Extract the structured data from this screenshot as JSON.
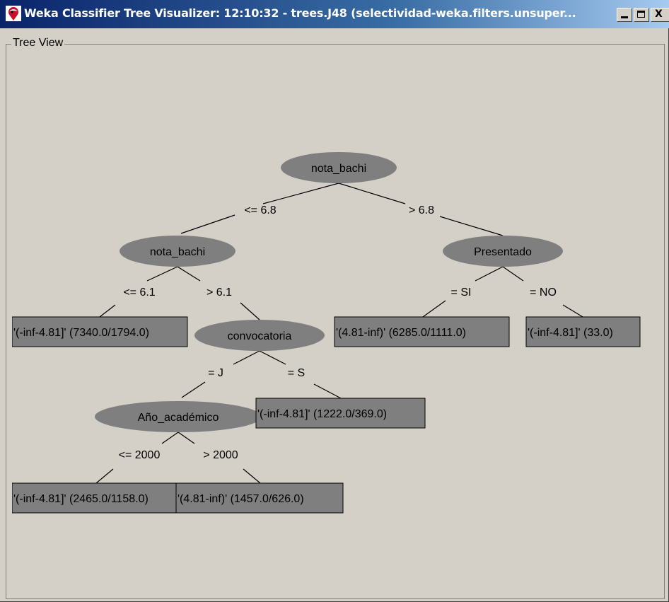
{
  "window": {
    "title": "Weka Classifier Tree Visualizer: 12:10:32 - trees.J48 (selectividad-weka.filters.unsuper...",
    "icons": {
      "app": "weka-bird-icon",
      "minimize": "minimize-icon",
      "maximize": "maximize-icon",
      "close": "close-icon"
    },
    "close_glyph": "X"
  },
  "panel": {
    "label": "Tree View"
  },
  "colors": {
    "node_fill": "#7f7f7f",
    "background": "#d4d0c8",
    "title_bar": "#0a246a"
  },
  "tree": {
    "nodes": [
      {
        "id": "n1",
        "kind": "split",
        "label": "nota_bachi"
      },
      {
        "id": "n2",
        "kind": "split",
        "label": "nota_bachi"
      },
      {
        "id": "n3",
        "kind": "split",
        "label": "Presentado"
      },
      {
        "id": "n4",
        "kind": "split",
        "label": "convocatoria"
      },
      {
        "id": "n5",
        "kind": "split",
        "label": "Año_académico"
      },
      {
        "id": "l1",
        "kind": "leaf",
        "label": "'(-inf-4.81]' (7340.0/1794.0)"
      },
      {
        "id": "l2",
        "kind": "leaf",
        "label": "'(4.81-inf)' (6285.0/1111.0)"
      },
      {
        "id": "l3",
        "kind": "leaf",
        "label": "'(-inf-4.81]' (33.0)"
      },
      {
        "id": "l4",
        "kind": "leaf",
        "label": "'(-inf-4.81]' (1222.0/369.0)"
      },
      {
        "id": "l5",
        "kind": "leaf",
        "label": "'(-inf-4.81]' (2465.0/1158.0)"
      },
      {
        "id": "l6",
        "kind": "leaf",
        "label": "'(4.81-inf)' (1457.0/626.0)"
      }
    ],
    "edges": [
      {
        "from": "n1",
        "to": "n2",
        "label": "<= 6.8"
      },
      {
        "from": "n1",
        "to": "n3",
        "label": "> 6.8"
      },
      {
        "from": "n2",
        "to": "l1",
        "label": "<= 6.1"
      },
      {
        "from": "n2",
        "to": "n4",
        "label": "> 6.1"
      },
      {
        "from": "n3",
        "to": "l2",
        "label": "= SI"
      },
      {
        "from": "n3",
        "to": "l3",
        "label": "= NO"
      },
      {
        "from": "n4",
        "to": "n5",
        "label": "= J"
      },
      {
        "from": "n4",
        "to": "l4",
        "label": "= S"
      },
      {
        "from": "n5",
        "to": "l5",
        "label": "<= 2000"
      },
      {
        "from": "n5",
        "to": "l6",
        "label": "> 2000"
      }
    ]
  }
}
